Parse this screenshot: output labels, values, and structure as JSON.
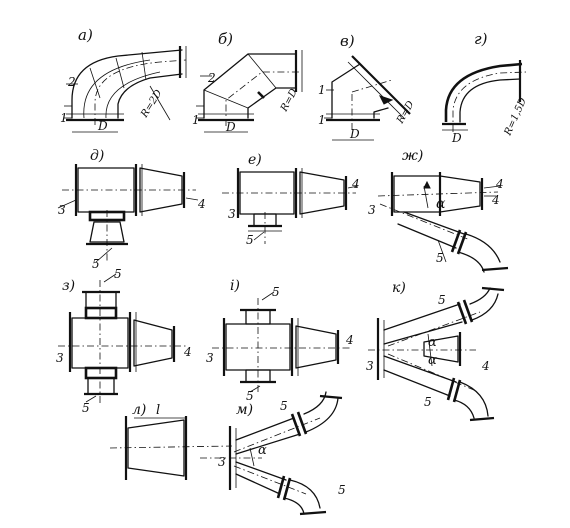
{
  "labels": {
    "a": "а)",
    "b": "б)",
    "v": "в)",
    "g": "г)",
    "d": "д)",
    "e": "е)",
    "zh": "ж)",
    "z": "з)",
    "i": "і)",
    "k": "к)",
    "l": "л)",
    "m": "м)"
  },
  "marks": {
    "one": "1",
    "two": "2",
    "three": "3",
    "four": "4",
    "five": "5",
    "D": "D",
    "l": "l",
    "alpha": "α"
  },
  "radii": {
    "a": "R=2D",
    "b": "R=D",
    "v": "R=D",
    "g": "R=1,5D"
  }
}
